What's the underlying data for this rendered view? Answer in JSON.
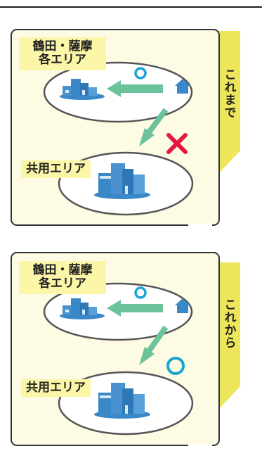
{
  "panels": [
    {
      "tab_label": "これまで",
      "top_area_label_line1": "鶴田・薩摩",
      "top_area_label_line2": "各エリア",
      "shared_area_label": "共用エリア",
      "status_mark": "×"
    },
    {
      "tab_label": "これから",
      "top_area_label_line1": "鶴田・薩摩",
      "top_area_label_line2": "各エリア",
      "shared_area_label": "共用エリア",
      "status_mark": "○"
    }
  ],
  "colors": {
    "panel_fill": "#fdfbe3",
    "label_fill": "#fbf6a8",
    "tab_fill": "#ede55a",
    "arrow_green": "#6cc29b",
    "circle_blue": "#1aa3d6",
    "cross_red": "#e2183f",
    "building_blue": "#3a88c8"
  }
}
